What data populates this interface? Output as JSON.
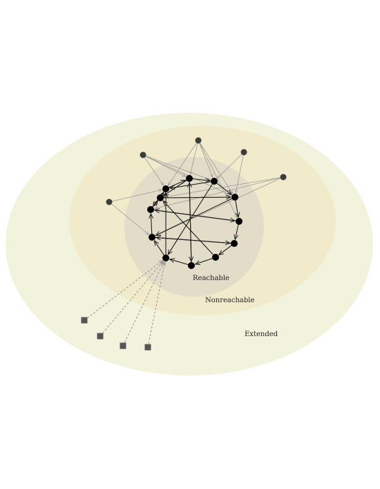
{
  "labels": {
    "reachable": "Reachable",
    "nonreachable": "Nonreachable",
    "extended": "Extended"
  },
  "colors": {
    "extended_fill": "#f2f3dd",
    "nonreachable_fill": "#f1ebcb",
    "reachable_fill": "#e3dcc8",
    "node": "#000000",
    "outer_node": "#3c3c3c",
    "ext_node": "#555555",
    "edge_inner": "#1a1a1a",
    "edge_outer": "#9a9a9a",
    "edge_extended": "#8a8a8a"
  },
  "graph": {
    "inner_nodes": [
      "n1",
      "n2",
      "n3",
      "n4",
      "n5",
      "n6",
      "n7",
      "n8",
      "n9",
      "n10",
      "n11",
      "n12"
    ],
    "outer_nodes": [
      "o1",
      "o2",
      "o3",
      "o4",
      "o5"
    ],
    "extended_nodes": [
      "e1",
      "e2",
      "e3",
      "e4"
    ],
    "inner_edges": [
      [
        "n1",
        "n2"
      ],
      [
        "n2",
        "n3"
      ],
      [
        "n3",
        "n1"
      ],
      [
        "n3",
        "n4"
      ],
      [
        "n4",
        "n5"
      ],
      [
        "n5",
        "n6"
      ],
      [
        "n6",
        "n7"
      ],
      [
        "n7",
        "n8"
      ],
      [
        "n8",
        "n9"
      ],
      [
        "n9",
        "n10"
      ],
      [
        "n10",
        "n11"
      ],
      [
        "n11",
        "n12"
      ],
      [
        "n12",
        "n1"
      ],
      [
        "n1",
        "n11"
      ],
      [
        "n2",
        "n8"
      ],
      [
        "n12",
        "n4"
      ],
      [
        "n4",
        "n10"
      ],
      [
        "n11",
        "n5"
      ],
      [
        "n3",
        "n9"
      ],
      [
        "n10",
        "n6"
      ],
      [
        "n7",
        "n12"
      ],
      [
        "n5",
        "n11"
      ],
      [
        "n9",
        "n1"
      ],
      [
        "n2",
        "n12"
      ],
      [
        "n6",
        "n10"
      ],
      [
        "n8",
        "n2"
      ]
    ],
    "outer_edges": [
      [
        "o1",
        "n1"
      ],
      [
        "o1",
        "n10"
      ],
      [
        "o2",
        "n1"
      ],
      [
        "o2",
        "n2"
      ],
      [
        "o2",
        "n3"
      ],
      [
        "o2",
        "n4"
      ],
      [
        "o3",
        "n3"
      ],
      [
        "o3",
        "n4"
      ],
      [
        "o3",
        "n2"
      ],
      [
        "o3",
        "n5"
      ],
      [
        "o3",
        "n1"
      ],
      [
        "o4",
        "n4"
      ],
      [
        "o4",
        "n3"
      ],
      [
        "o5",
        "n11"
      ],
      [
        "o5",
        "n12"
      ],
      [
        "o5",
        "n10"
      ]
    ],
    "extended_edges": [
      [
        "n9",
        "e1"
      ],
      [
        "n9",
        "e2"
      ],
      [
        "n9",
        "e3"
      ],
      [
        "n9",
        "e4"
      ]
    ]
  }
}
